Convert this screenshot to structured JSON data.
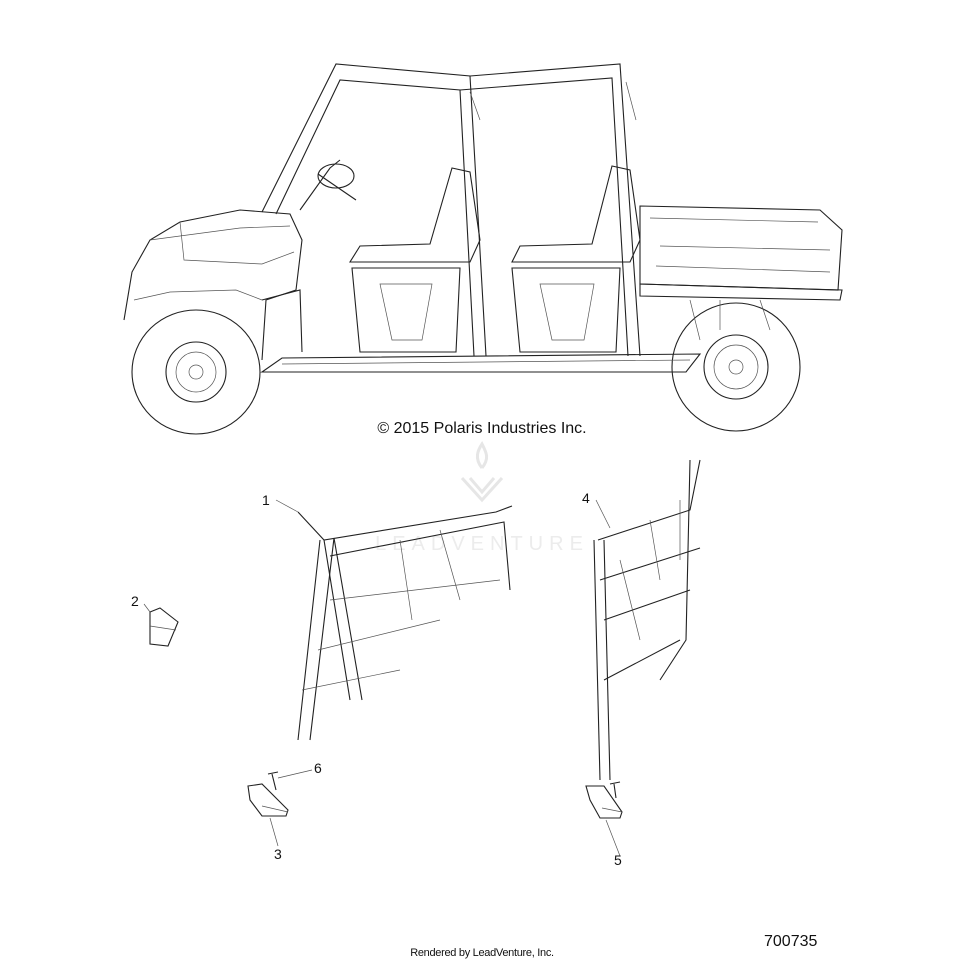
{
  "copyright": "© 2015 Polaris Industries Inc.",
  "footer": "Rendered by LeadVenture, Inc.",
  "reference_number": "700735",
  "watermark": "LEADVENTURE",
  "callouts": [
    {
      "label": "1"
    },
    {
      "label": "2"
    },
    {
      "label": "3"
    },
    {
      "label": "4"
    },
    {
      "label": "5"
    },
    {
      "label": "6"
    }
  ]
}
